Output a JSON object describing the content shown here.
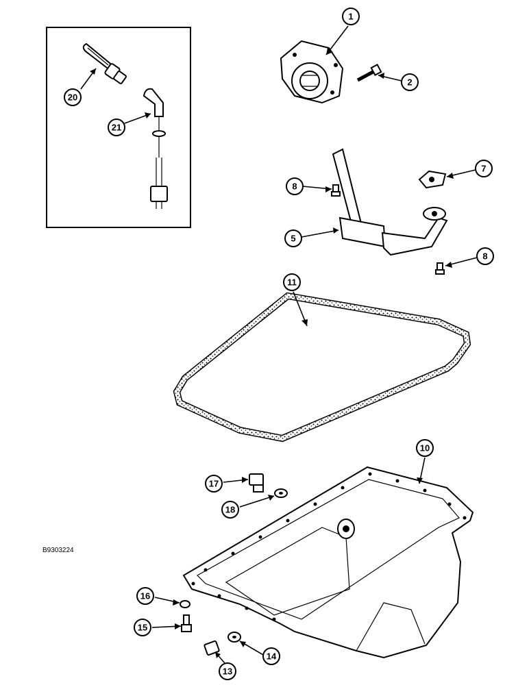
{
  "figure_code": "B9303224",
  "callouts": {
    "c1": "1",
    "c2": "2",
    "c5": "5",
    "c7": "7",
    "c8a": "8",
    "c8b": "8",
    "c10": "10",
    "c11": "11",
    "c13": "13",
    "c14": "14",
    "c15": "15",
    "c16": "16",
    "c17": "17",
    "c18": "18",
    "c20": "20",
    "c21": "21"
  }
}
